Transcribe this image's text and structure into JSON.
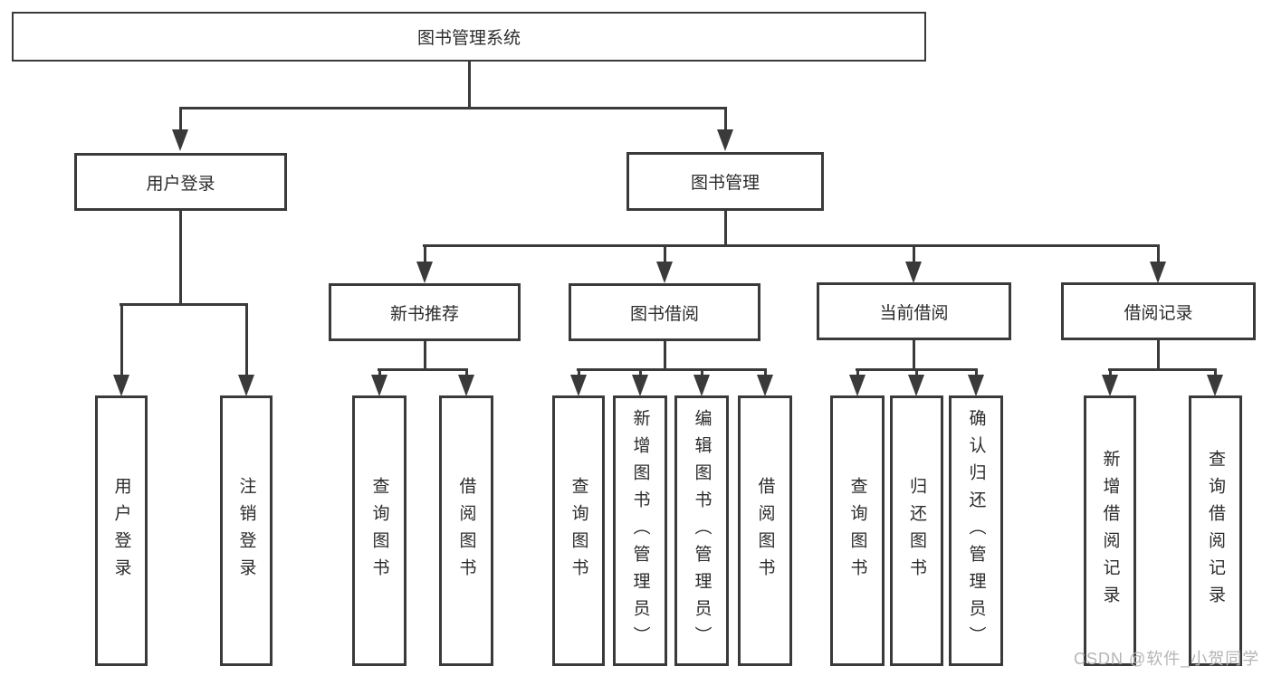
{
  "tree": {
    "root": {
      "label": "图书管理系统"
    },
    "branches": [
      {
        "label": "用户登录",
        "children": [
          {
            "label": "用户登录"
          },
          {
            "label": "注销登录"
          }
        ]
      },
      {
        "label": "图书管理",
        "children": [
          {
            "label": "新书推荐",
            "children": [
              {
                "label": "查询图书"
              },
              {
                "label": "借阅图书"
              }
            ]
          },
          {
            "label": "图书借阅",
            "children": [
              {
                "label": "查询图书"
              },
              {
                "label": "新增图书（管理员）"
              },
              {
                "label": "编辑图书（管理员）"
              },
              {
                "label": "借阅图书"
              }
            ]
          },
          {
            "label": "当前借阅",
            "children": [
              {
                "label": "查询图书"
              },
              {
                "label": "归还图书"
              },
              {
                "label": "确认归还（管理员）"
              }
            ]
          },
          {
            "label": "借阅记录",
            "children": [
              {
                "label": "新增借阅记录"
              },
              {
                "label": "查询借阅记录"
              }
            ]
          }
        ]
      }
    ]
  },
  "watermark": {
    "text": "CSDN @软件_小贺同学"
  },
  "colors": {
    "line": "#3a3a3a",
    "text": "#2b2b2b",
    "watermark": "#b5b5b5",
    "bg": "#ffffff"
  }
}
